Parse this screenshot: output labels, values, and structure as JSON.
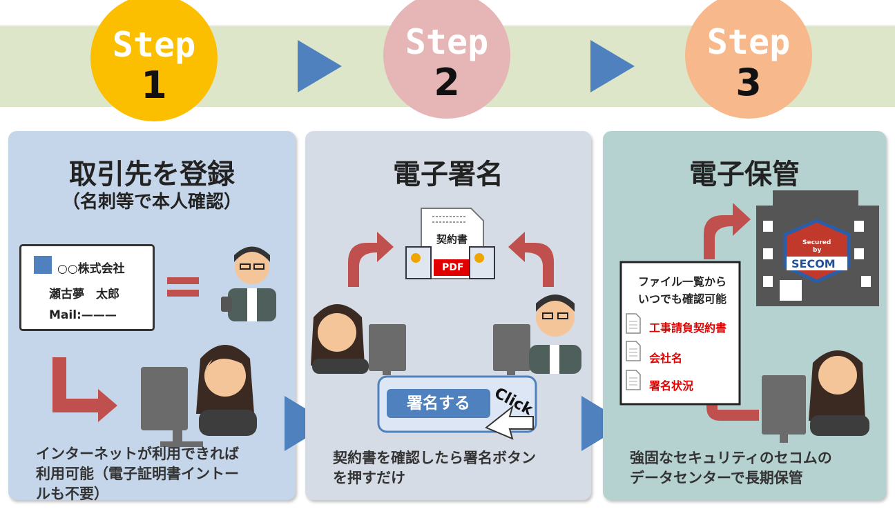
{
  "steps": [
    {
      "word": "Step",
      "number": "1",
      "color": "#fcbf00"
    },
    {
      "word": "Step",
      "number": "2",
      "color": "#e6b6b7"
    },
    {
      "word": "Step",
      "number": "3",
      "color": "#f7b98c"
    }
  ],
  "panel1": {
    "title": "取引先を登録",
    "subtitle": "（名刺等で本人確認）",
    "card": {
      "company": "○○株式会社",
      "name": "瀬古夢　太郎",
      "mail": "Mail:———"
    },
    "description": [
      "インターネットが利用できれば",
      "利用可能（電子証明書イントー",
      "ルも不要）"
    ]
  },
  "panel2": {
    "title": "電子署名",
    "document_label": "契約書",
    "pdf_label": "PDF",
    "sign_button": "署名する",
    "click_label": "Click",
    "description": [
      "契約書を確認したら署名ボタン",
      "を押すだけ"
    ]
  },
  "panel3": {
    "title": "電子保管",
    "badge": {
      "secured": "Secured",
      "by": "by",
      "brand": "SECOM"
    },
    "list_title": [
      "ファイル一覧から",
      "いつでも確認可能"
    ],
    "files": [
      "工事請負契約書",
      "会社名",
      "署名状況"
    ],
    "description": [
      "強固なセキュリティのセコムの",
      "データセンターで長期保管"
    ]
  },
  "colors": {
    "band": "#dde6c9",
    "arrow_blue": "#4e81bd",
    "arrow_red": "#c0504d",
    "panel1_bg": "#c5d5ea",
    "panel2_bg": "#d6dce5",
    "panel3_bg": "#b5d2d1"
  }
}
